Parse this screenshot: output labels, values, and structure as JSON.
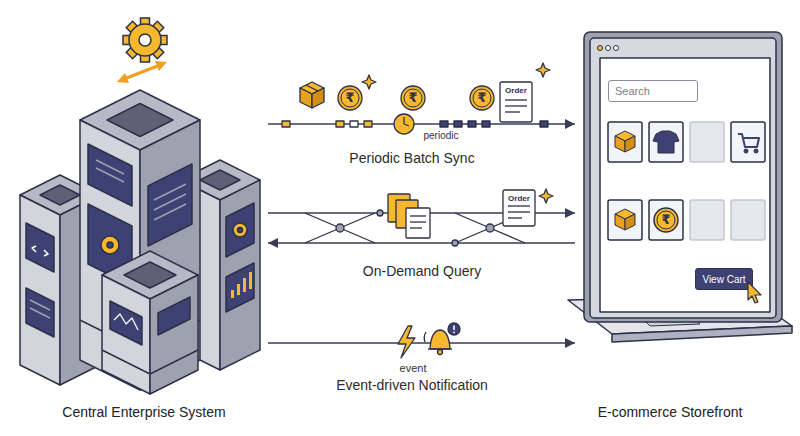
{
  "diagram": {
    "nodes": [
      {
        "text": [
          "Central Enterprise System"
        ]
      },
      {
        "text": [
          "E-commerce Storefront"
        ]
      },
      {
        "text": [
          "Search"
        ],
        "in": 1
      },
      {
        "text": [
          "View Cart"
        ],
        "in": 1
      }
    ],
    "edges": [
      {
        "from": 0,
        "to": 1,
        "arrow": "to",
        "label": "Periodic Batch Sync"
      },
      {
        "from": 0,
        "to": 1,
        "arrow": "to",
        "label": "On-Demand Query"
      },
      {
        "from": 1,
        "to": 0,
        "arrow": "to"
      },
      {
        "from": 0,
        "to": 1,
        "arrow": "to",
        "label": "Event-driven Notification"
      }
    ],
    "labels": [
      "periodic",
      "Order",
      "Order",
      "event",
      "₹",
      "₹",
      "₹",
      "₹"
    ]
  }
}
